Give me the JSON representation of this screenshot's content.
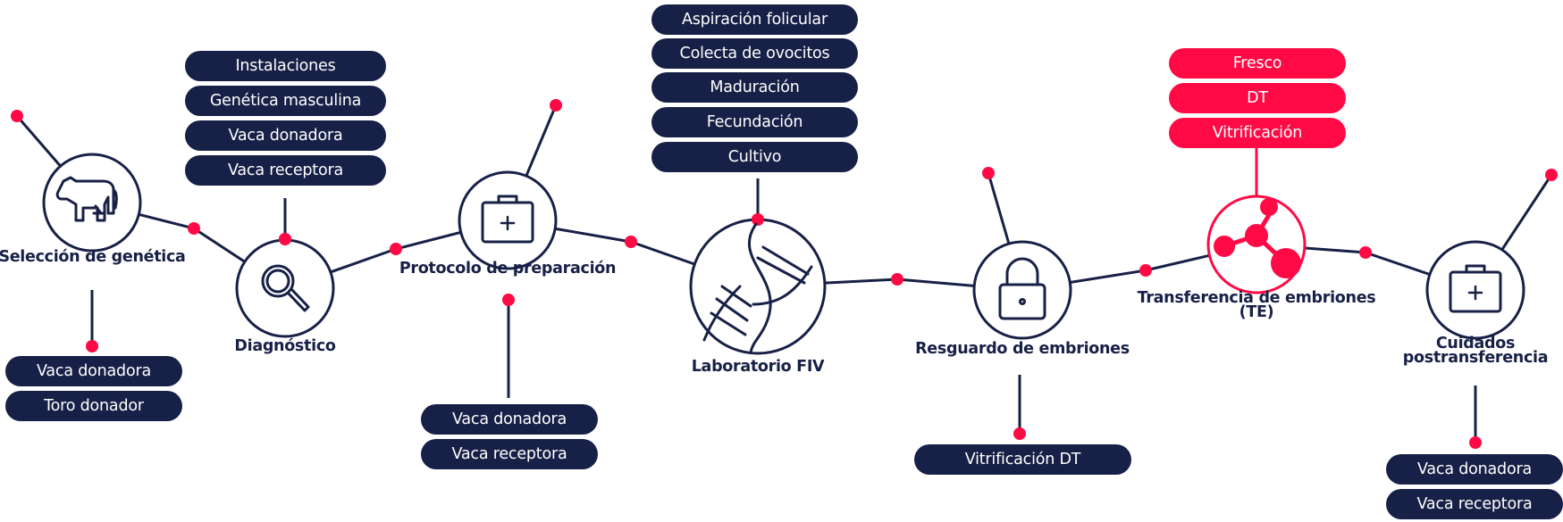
{
  "colors": {
    "navy": "#172046",
    "accent_red": "#ff0a45",
    "background": "#ffffff"
  },
  "nodes": [
    {
      "id": "seleccion",
      "label": [
        "Selección de genética"
      ],
      "icon": "cow-icon",
      "highlight": false,
      "tags": [
        "Vaca donadora",
        "Toro donador"
      ]
    },
    {
      "id": "diagnostico",
      "label": [
        "Diagnóstico"
      ],
      "icon": "magnifier-icon",
      "highlight": false,
      "tags": [
        "Instalaciones",
        "Genética masculina",
        "Vaca donadora",
        "Vaca receptora"
      ]
    },
    {
      "id": "protocolo",
      "label": [
        "Protocolo de preparación"
      ],
      "icon": "medical-kit-icon",
      "highlight": false,
      "tags": [
        "Vaca donadora",
        "Vaca receptora"
      ]
    },
    {
      "id": "laboratorio",
      "label": [
        "Laboratorio FIV"
      ],
      "icon": "dna-icon",
      "highlight": false,
      "tags": [
        "Aspiración folicular",
        "Colecta de ovocitos",
        "Maduración",
        "Fecundación",
        "Cultivo"
      ]
    },
    {
      "id": "resguardo",
      "label": [
        "Resguardo de embriones"
      ],
      "icon": "lock-icon",
      "highlight": false,
      "tags": [
        "Vitrificación DT"
      ]
    },
    {
      "id": "transferencia",
      "label": [
        "Transferencia de embriones",
        "(TE)"
      ],
      "icon": "molecule-icon",
      "highlight": true,
      "tags": [
        "Fresco",
        "DT",
        "Vitrificación"
      ]
    },
    {
      "id": "cuidados",
      "label": [
        "Cuidados",
        "postransferencia"
      ],
      "icon": "medical-kit-icon",
      "highlight": false,
      "tags": [
        "Vaca donadora",
        "Vaca receptora"
      ]
    }
  ]
}
